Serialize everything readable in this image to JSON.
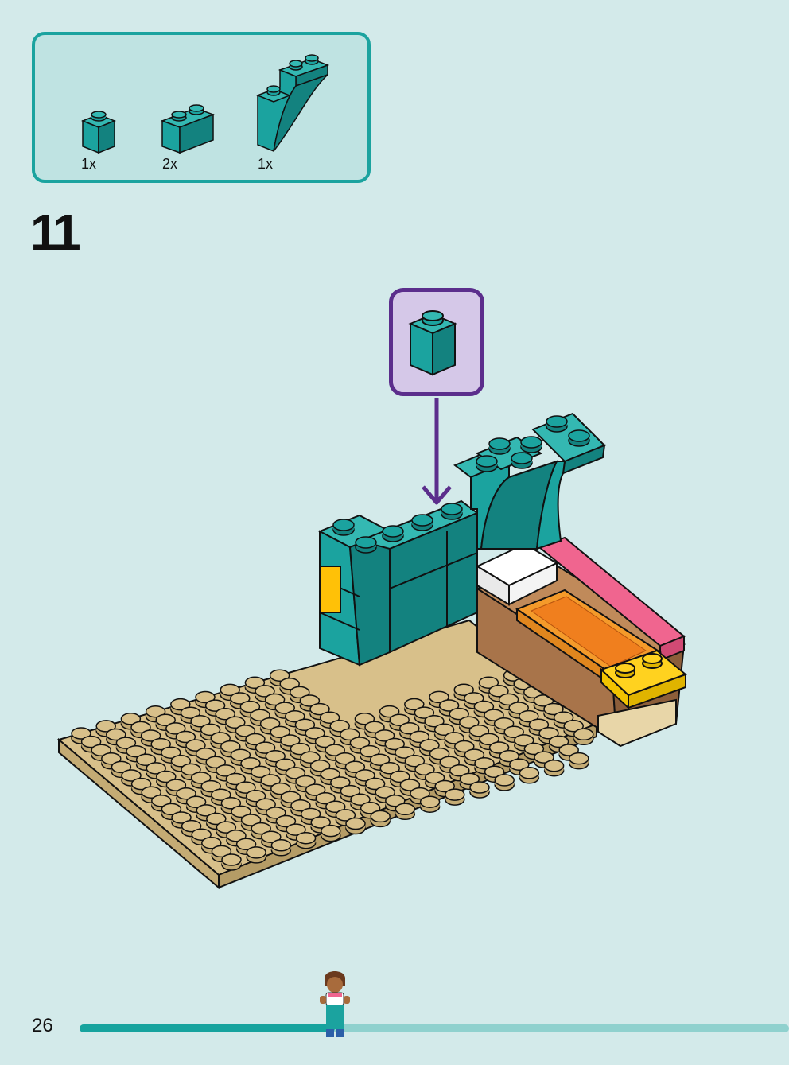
{
  "parts_list": [
    {
      "name": "brick-1x1-teal",
      "quantity": "1x"
    },
    {
      "name": "brick-1x2-teal",
      "quantity": "2x"
    },
    {
      "name": "arch-brick-teal",
      "quantity": "1x"
    }
  ],
  "step": {
    "number": "11"
  },
  "callout": {
    "part": "brick-1x1-teal"
  },
  "page": {
    "number": "26",
    "progress": 0.36
  },
  "colors": {
    "background": "#d3eaea",
    "teal": "#1ba39f",
    "teal_dark": "#13827f",
    "tan": "#d8c08a",
    "purple": "#5b2e8c",
    "pink": "#f0658f",
    "orange": "#f49a2a",
    "yellow": "#ffd21f",
    "brown": "#a8744a"
  },
  "icons": [
    "minifigure-icon"
  ]
}
